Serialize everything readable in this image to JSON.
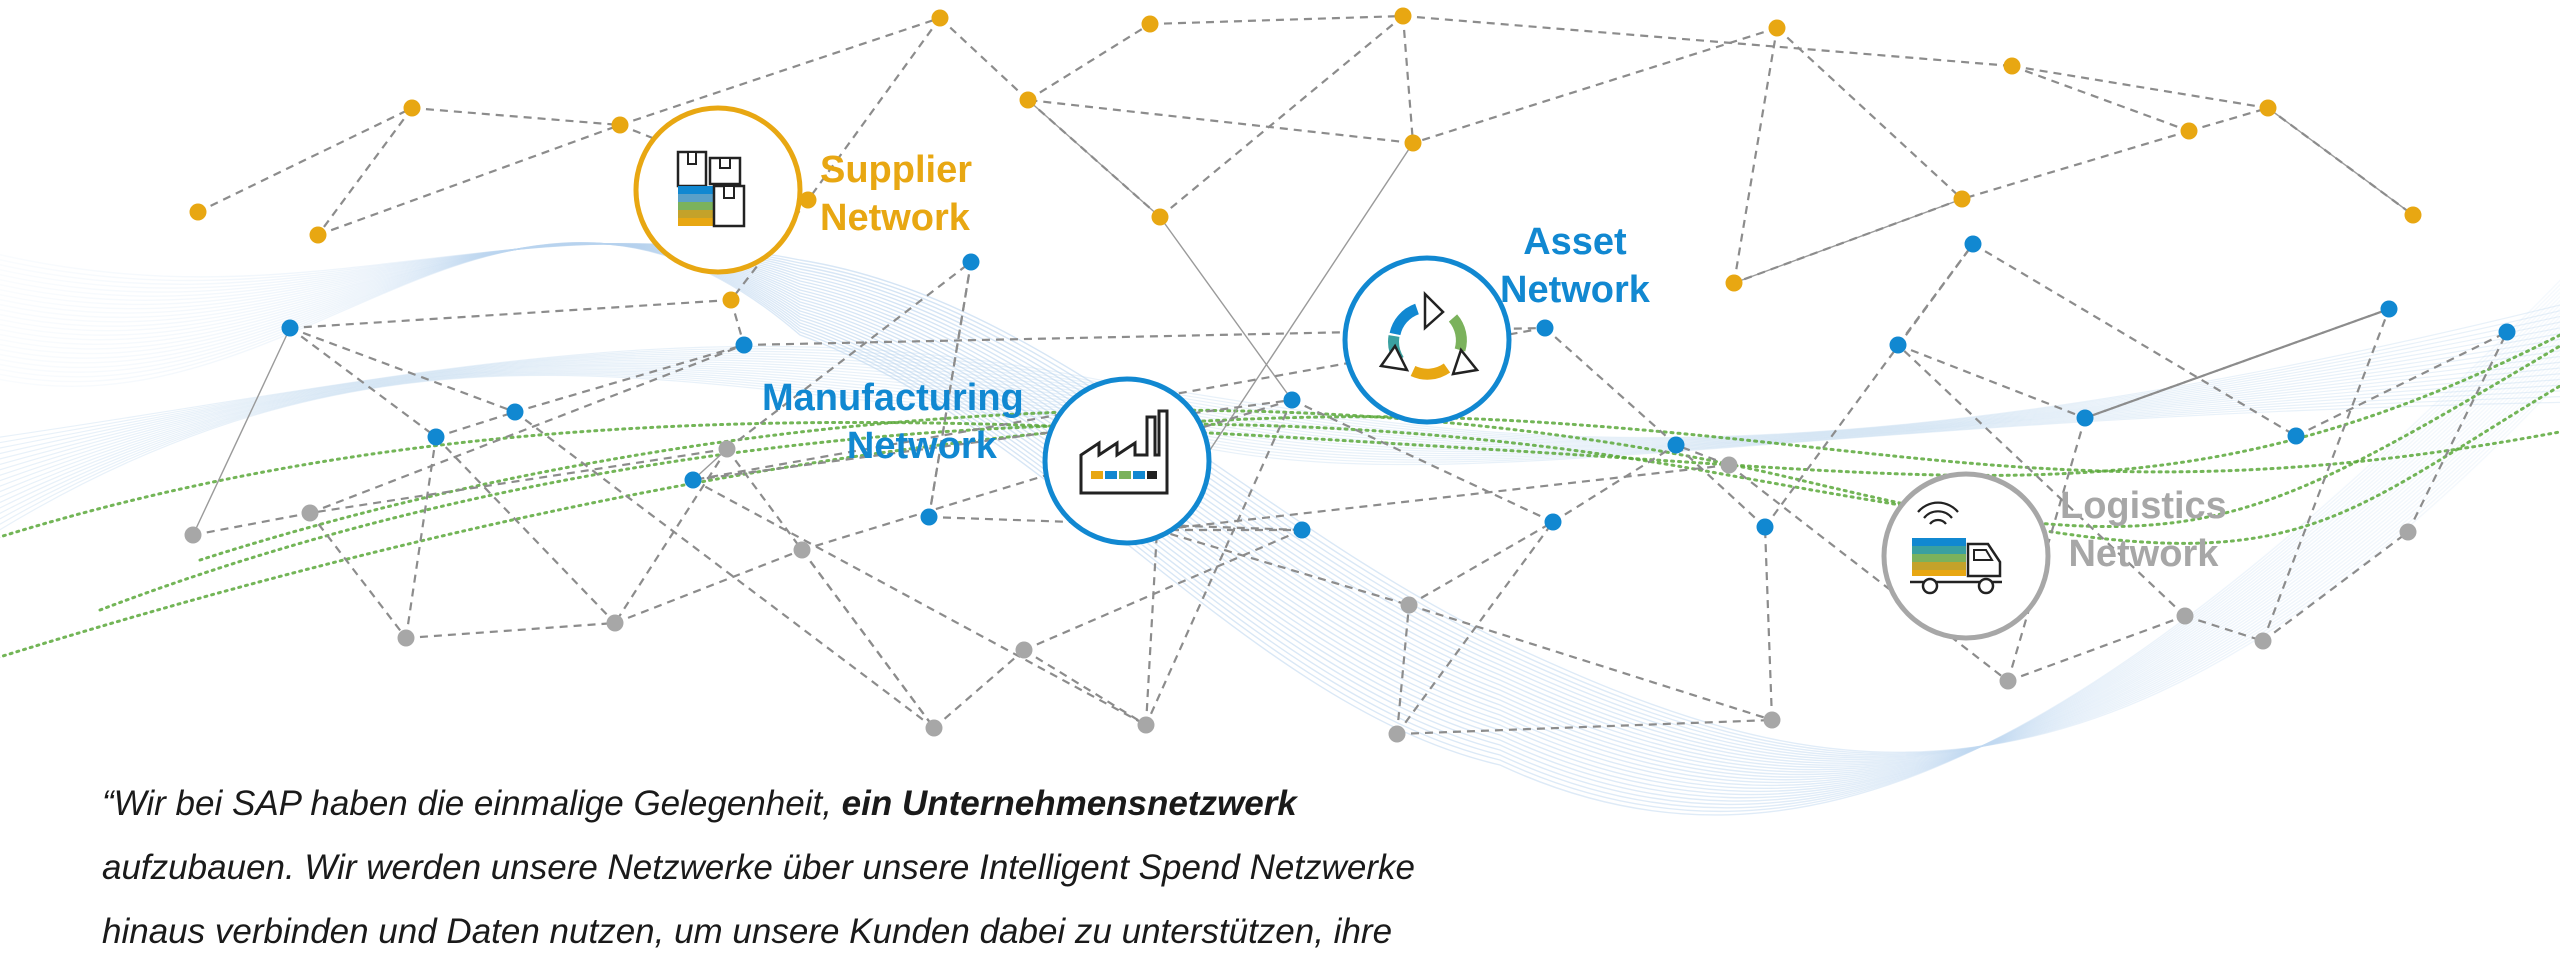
{
  "networks": {
    "supplier": {
      "line1": "Supplier",
      "line2": "Network",
      "color": "#e8a712"
    },
    "asset": {
      "line1": "Asset",
      "line2": "Network",
      "color": "#1188d1"
    },
    "manufacturing": {
      "line1": "Manufacturing",
      "line2": "Network",
      "color": "#1188d1"
    },
    "logistics": {
      "line1": "Logistics",
      "line2": "Network",
      "color": "#a7a7a7"
    }
  },
  "icons": {
    "supplier": "boxes-icon",
    "asset": "cycle-icon",
    "manufacturing": "factory-icon",
    "logistics": "truck-icon"
  },
  "colors": {
    "orange": "#e8a712",
    "blue": "#1188d1",
    "gray": "#a7a7a7",
    "green": "#5aa83a",
    "wave": "#bcd6ee"
  },
  "quote": {
    "line1_start": "“Wir bei SAP haben die einmalige Gelegenheit, ",
    "line1_bold": "ein Unternehmensnetzwerk",
    "line2": "aufzubauen. Wir werden unsere Netzwerke über unsere Intelligent Spend Netzwerke",
    "line3": "hinaus verbinden und Daten nutzen, um unsere Kunden dabei zu unterstützen, ihre"
  }
}
